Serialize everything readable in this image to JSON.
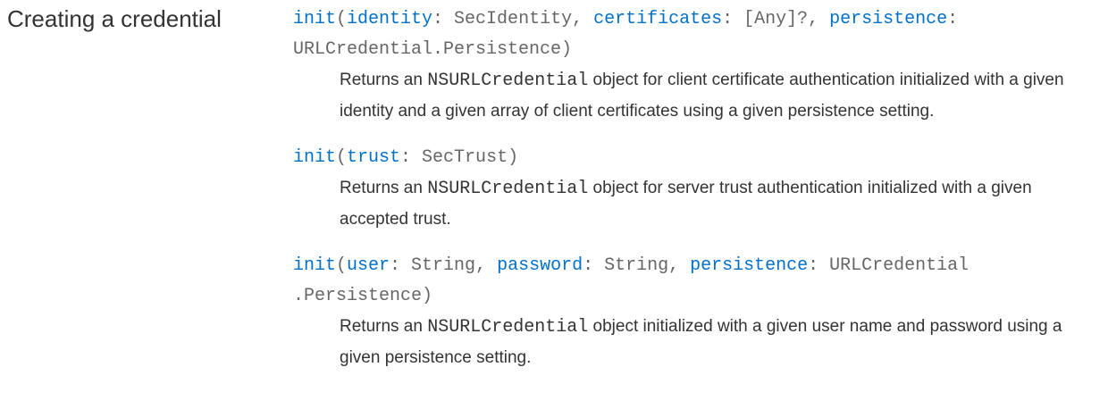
{
  "section": {
    "title": "Creating a credential"
  },
  "topics": [
    {
      "decl_parts": [
        {
          "text": "init",
          "kind": "kw"
        },
        {
          "text": "(",
          "kind": "plain"
        },
        {
          "text": "identity",
          "kind": "kw"
        },
        {
          "text": ": SecIdentity, ",
          "kind": "plain"
        },
        {
          "text": "certificates",
          "kind": "kw"
        },
        {
          "text": ": [Any]?, ",
          "kind": "plain"
        },
        {
          "text": "persistence",
          "kind": "kw"
        },
        {
          "text": ": URLCredential.Persistence)",
          "kind": "plain"
        }
      ],
      "abstract_before": "Returns an ",
      "abstract_code": "NSURLCredential",
      "abstract_after": " object for client certificate authentication initialized with a given identity and a given array of client certificates using a given persistence setting."
    },
    {
      "decl_parts": [
        {
          "text": "init",
          "kind": "kw"
        },
        {
          "text": "(",
          "kind": "plain"
        },
        {
          "text": "trust",
          "kind": "kw"
        },
        {
          "text": ": SecTrust)",
          "kind": "plain"
        }
      ],
      "abstract_before": "Returns an ",
      "abstract_code": "NSURLCredential",
      "abstract_after": " object for server trust authentication initialized with a given accepted trust."
    },
    {
      "decl_parts": [
        {
          "text": "init",
          "kind": "kw"
        },
        {
          "text": "(",
          "kind": "plain"
        },
        {
          "text": "user",
          "kind": "kw"
        },
        {
          "text": ": String, ",
          "kind": "plain"
        },
        {
          "text": "password",
          "kind": "kw"
        },
        {
          "text": ": String, ",
          "kind": "plain"
        },
        {
          "text": "persistence",
          "kind": "kw"
        },
        {
          "text": ": URLCredential .Persistence)",
          "kind": "plain"
        }
      ],
      "abstract_before": "Returns an ",
      "abstract_code": "NSURLCredential",
      "abstract_after": " object initialized with a given user name and password using a given persistence setting."
    }
  ],
  "colors": {
    "keyword": "#0070c9",
    "declaration_text": "#666666",
    "body_text": "#333333",
    "background": "#ffffff"
  }
}
